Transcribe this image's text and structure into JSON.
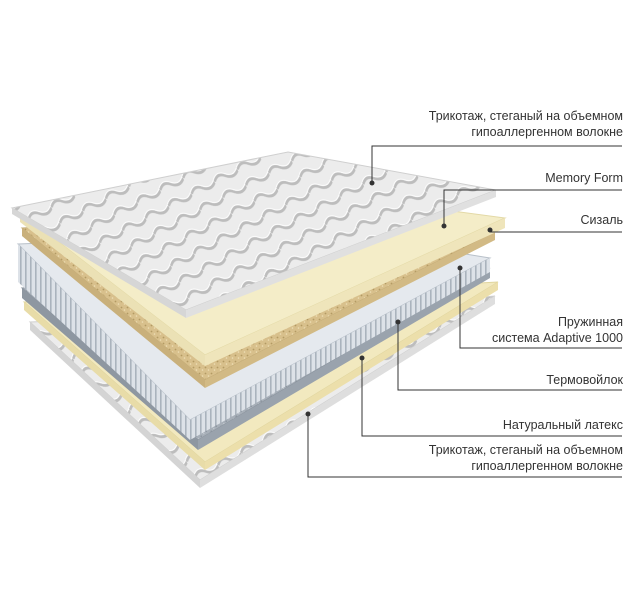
{
  "labels": {
    "top_cover": {
      "line1": "Трикотаж, стеганый на объемном",
      "line2": "гипоаллергенном волокне"
    },
    "memory_form": "Memory Form",
    "sisal": "Сизаль",
    "springs": {
      "line1": "Пружинная",
      "line2": "система Adaptive 1000"
    },
    "thermofelt": "Термовойлок",
    "latex": "Натуральный латекс",
    "bottom_cover": {
      "line1": "Трикотаж, стеганый на объемном",
      "line2": "гипоаллергенном волокне"
    }
  },
  "colors": {
    "cover": "#e6e6e6",
    "memory_foam": "#f4edc8",
    "sisal": "#d9c28f",
    "springs": "#c9d0d8",
    "thermofelt": "#9aa3ad",
    "latex": "#f2e9bf",
    "leader_line": "#333333"
  }
}
